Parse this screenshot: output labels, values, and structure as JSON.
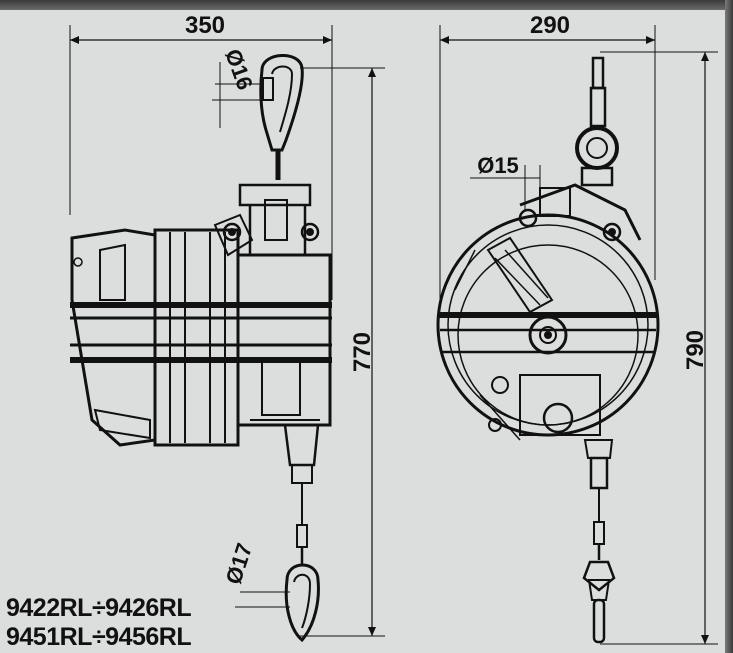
{
  "dimensions": {
    "left_width": "350",
    "right_width": "290",
    "left_height": "770",
    "right_height": "790",
    "hook_top_diameter": "Ø16",
    "hook_bottom_diameter": "Ø17",
    "mount_diameter": "Ø15"
  },
  "models": {
    "line1": "9422RL÷9426RL",
    "line2": "9451RL÷9456RL"
  },
  "colors": {
    "background": "#dcdedd",
    "line": "#111111",
    "frame": "#4a4a4a"
  }
}
